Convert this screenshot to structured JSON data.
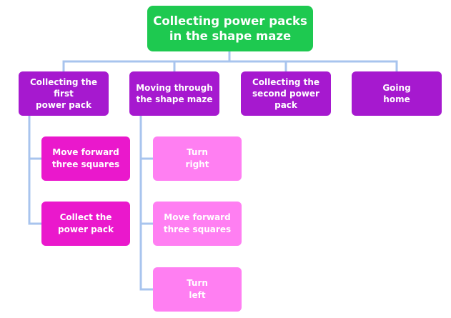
{
  "root": {
    "label": "Collecting power packs\nin the shape maze"
  },
  "branches": [
    {
      "label": "Collecting the first\npower pack",
      "steps": [
        "Move forward\nthree squares",
        "Collect the\npower pack"
      ]
    },
    {
      "label": "Moving through\nthe shape maze",
      "steps": [
        "Turn\nright",
        "Move forward\nthree squares",
        "Turn\nleft"
      ]
    },
    {
      "label": "Collecting the\nsecond power pack",
      "steps": []
    },
    {
      "label": "Going\nhome",
      "steps": []
    }
  ],
  "colors": {
    "root": "#1ec950",
    "branch": "#a619cf",
    "step_first_branch": "#ea18cc",
    "step_second_branch": "#ff7ff2",
    "connector": "#a8c4ee"
  }
}
